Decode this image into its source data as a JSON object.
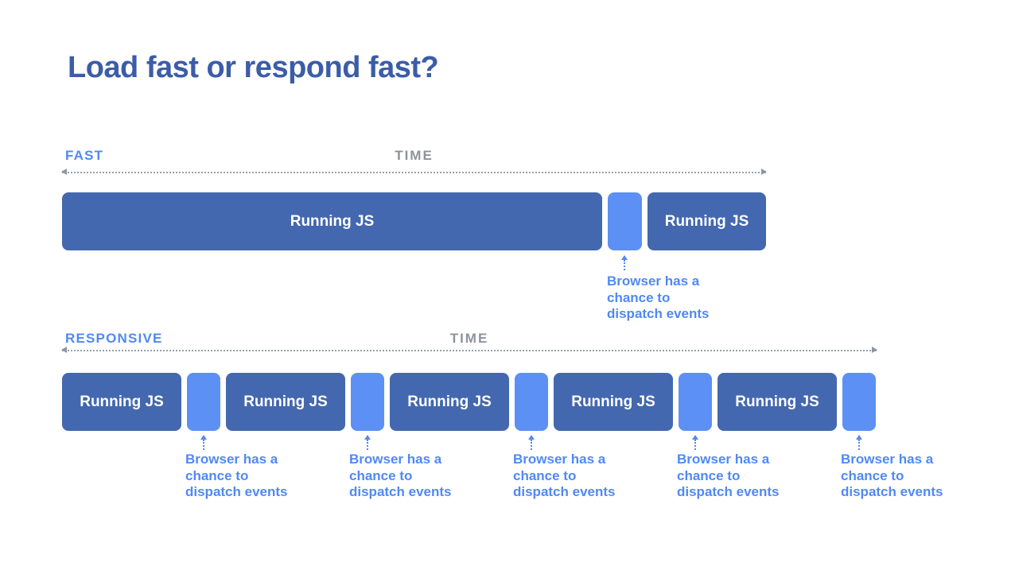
{
  "title": "Load fast or respond fast?",
  "colors": {
    "title_blue": "#3b5ca8",
    "dark_block_blue": "#4368af",
    "light_block_blue": "#5c90f5",
    "label_caption_blue": "#5089f5",
    "time_label_gray": "#8d939c",
    "axis_line_gray": "#98a1ad",
    "background": "#ffffff"
  },
  "fast_timeline": {
    "label": "FAST",
    "time_label": "TIME",
    "blocks": [
      {
        "kind": "running-js",
        "label": "Running JS"
      },
      {
        "kind": "browser-gap",
        "label": ""
      },
      {
        "kind": "running-js",
        "label": "Running JS"
      }
    ],
    "caption": "Browser has a\nchance to\ndispatch events"
  },
  "responsive_timeline": {
    "label": "RESPONSIVE",
    "time_label": "TIME",
    "blocks": [
      {
        "kind": "running-js",
        "label": "Running JS"
      },
      {
        "kind": "browser-gap",
        "label": ""
      },
      {
        "kind": "running-js",
        "label": "Running JS"
      },
      {
        "kind": "browser-gap",
        "label": ""
      },
      {
        "kind": "running-js",
        "label": "Running JS"
      },
      {
        "kind": "browser-gap",
        "label": ""
      },
      {
        "kind": "running-js",
        "label": "Running JS"
      },
      {
        "kind": "browser-gap",
        "label": ""
      },
      {
        "kind": "running-js",
        "label": "Running JS"
      },
      {
        "kind": "browser-gap",
        "label": ""
      }
    ],
    "captions": [
      "Browser has a\nchance to\ndispatch events",
      "Browser has a\nchance to\ndispatch events",
      "Browser has a\nchance to\ndispatch events",
      "Browser has a\nchance to\ndispatch events",
      "Browser has a\nchance to\ndispatch events"
    ]
  }
}
